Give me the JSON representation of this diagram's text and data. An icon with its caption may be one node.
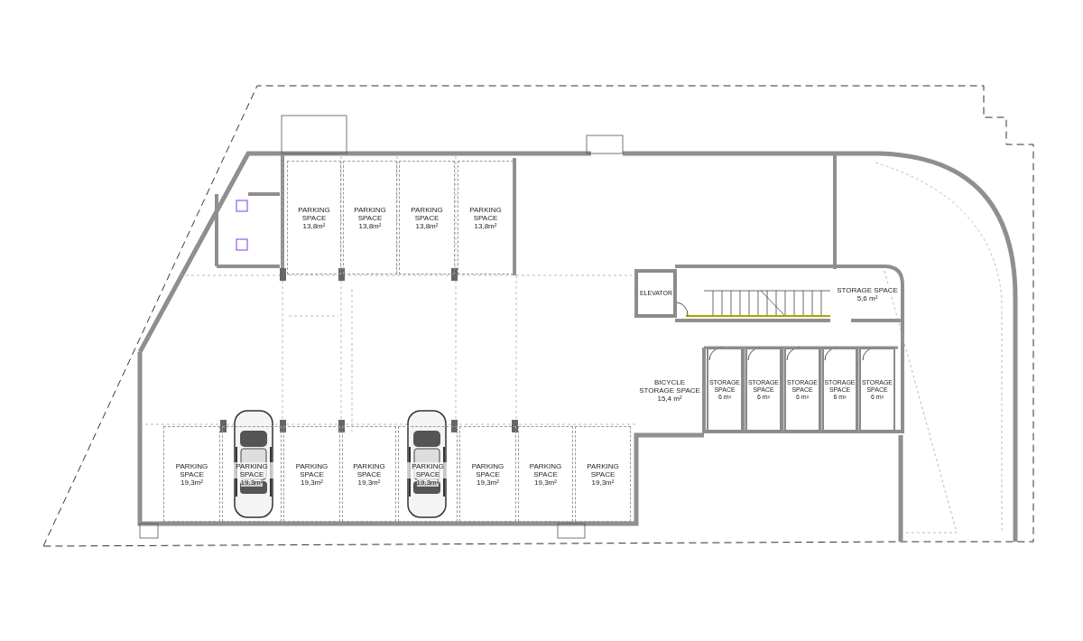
{
  "diagram": {
    "nodes": [
      {
        "text": [
          "PARKING SPACE",
          "13,8m²"
        ]
      },
      {
        "text": [
          "PARKING SPACE",
          "13,8m²"
        ]
      },
      {
        "text": [
          "PARKING SPACE",
          "13,8m²"
        ]
      },
      {
        "text": [
          "PARKING SPACE",
          "13,8m²"
        ]
      },
      {
        "text": [
          "ELEVATOR"
        ]
      },
      {
        "text": [
          "STORAGE SPACE",
          "5,6 m²"
        ]
      },
      {
        "text": [
          "BICYCLE STORAGE SPACE",
          "15,4 m²"
        ]
      },
      {
        "text": [
          "STORAGE SPACE",
          "6 m²"
        ]
      },
      {
        "text": [
          "STORAGE SPACE",
          "6 m²"
        ]
      },
      {
        "text": [
          "STORAGE SPACE",
          "6 m²"
        ]
      },
      {
        "text": [
          "STORAGE SPACE",
          "6 m²"
        ]
      },
      {
        "text": [
          "STORAGE SPACE",
          "6 m²"
        ]
      },
      {
        "text": [
          "PARKING SPACE",
          "19,3m²"
        ]
      },
      {
        "text": [
          "PARKING SPACE",
          "19,3m²"
        ]
      },
      {
        "text": [
          "PARKING SPACE",
          "19,3m²"
        ]
      },
      {
        "text": [
          "PARKING SPACE",
          "19,3m²"
        ]
      },
      {
        "text": [
          "PARKING SPACE",
          "19,3m²"
        ]
      },
      {
        "text": [
          "PARKING SPACE",
          "19,3m²"
        ]
      },
      {
        "text": [
          "PARKING SPACE",
          "19,3m²"
        ]
      },
      {
        "text": [
          "PARKING SPACE",
          "19,3m²"
        ]
      }
    ]
  }
}
